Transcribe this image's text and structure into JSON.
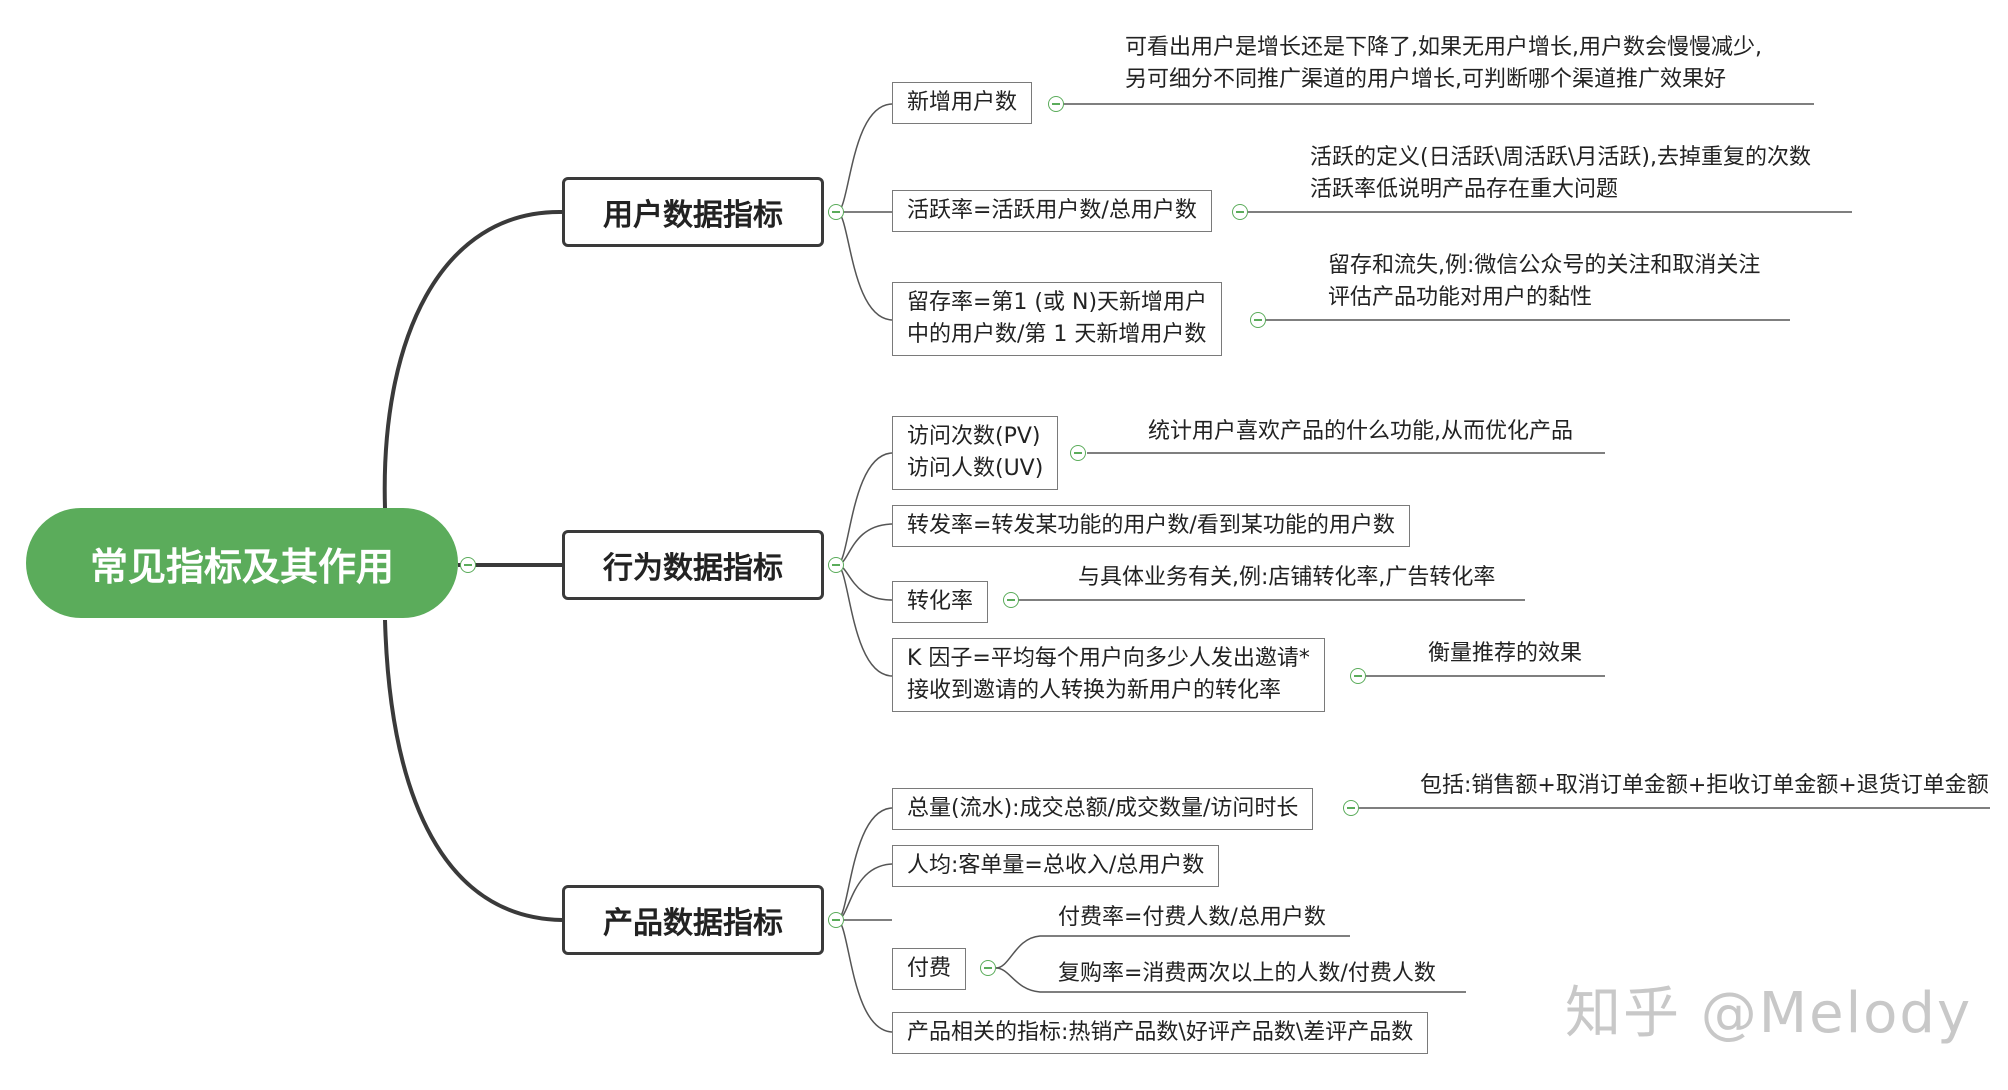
{
  "root": {
    "label": "常见指标及其作用"
  },
  "categories": [
    {
      "label": "用户数据指标",
      "items": [
        {
          "label": [
            "新增用户数"
          ],
          "notes": [
            [
              "可看出用户是增长还是下降了,如果无用户增长,用户数会慢慢减少,",
              "另可细分不同推广渠道的用户增长,可判断哪个渠道推广效果好"
            ]
          ]
        },
        {
          "label": [
            "活跃率=活跃用户数/总用户数"
          ],
          "notes": [
            [
              "活跃的定义(日活跃\\周活跃\\月活跃),去掉重复的次数",
              "活跃率低说明产品存在重大问题"
            ]
          ]
        },
        {
          "label": [
            "留存率=第1 (或 N)天新增用户",
            "中的用户数/第 1 天新增用户数"
          ],
          "notes": [
            [
              "留存和流失,例:微信公众号的关注和取消关注",
              "评估产品功能对用户的黏性"
            ]
          ]
        }
      ]
    },
    {
      "label": "行为数据指标",
      "items": [
        {
          "label": [
            "访问次数(PV)",
            "访问人数(UV)"
          ],
          "notes": [
            [
              "统计用户喜欢产品的什么功能,从而优化产品"
            ]
          ]
        },
        {
          "label": [
            "转发率=转发某功能的用户数/看到某功能的用户数"
          ],
          "notes": []
        },
        {
          "label": [
            "转化率"
          ],
          "notes": [
            [
              "与具体业务有关,例:店铺转化率,广告转化率"
            ]
          ]
        },
        {
          "label": [
            "K 因子=平均每个用户向多少人发出邀请*",
            "接收到邀请的人转换为新用户的转化率"
          ],
          "notes": [
            [
              "衡量推荐的效果"
            ]
          ]
        }
      ]
    },
    {
      "label": "产品数据指标",
      "items": [
        {
          "label": [
            "总量(流水):成交总额/成交数量/访问时长"
          ],
          "notes": [
            [
              "包括:销售额+取消订单金额+拒收订单金额+退货订单金额"
            ]
          ]
        },
        {
          "label": [
            "人均:客单量=总收入/总用户数"
          ],
          "notes": []
        },
        {
          "label": [
            "付费"
          ],
          "notes": [
            [
              "付费率=付费人数/总用户数"
            ],
            [
              "复购率=消费两次以上的人数/付费人数"
            ]
          ]
        },
        {
          "label": [
            "产品相关的指标:热销产品数\\好评产品数\\差评产品数"
          ],
          "notes": []
        }
      ]
    }
  ],
  "watermark": "知乎 @Melody",
  "colors": {
    "accent": "#5bac5b",
    "branch": "#3a3a3a",
    "line": "#555555"
  }
}
